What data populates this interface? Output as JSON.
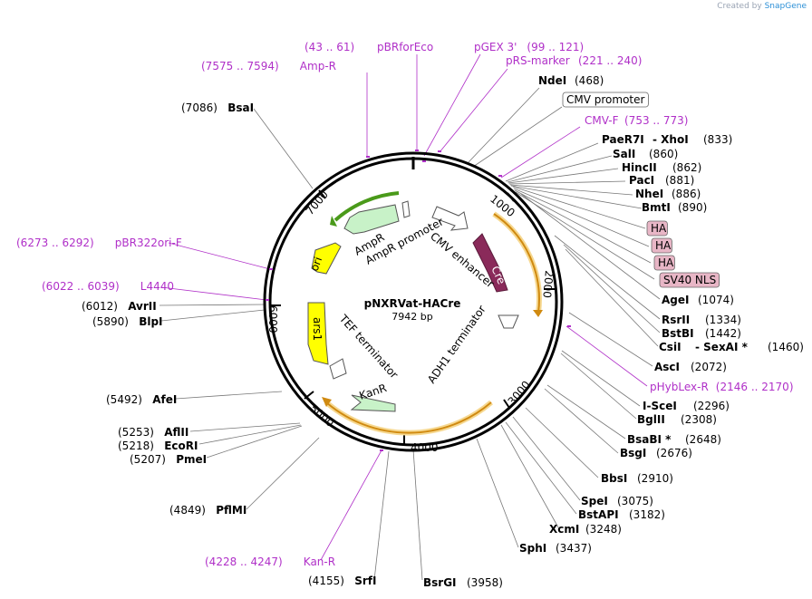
{
  "credit": {
    "prefix": "Created by",
    "brand": "SnapGene"
  },
  "plasmid": {
    "name": "pNXRVat-HACre",
    "size": "7942 bp"
  },
  "colors": {
    "primer": "#b030c8",
    "enzyme": "#000000",
    "backbone": "#000000",
    "amp": "#c8f2c8",
    "ori": "#ffff00",
    "cre": "#8a2a5a",
    "tag": "#e8b6c6",
    "orf_arrow": "#e0a030",
    "amp_arrow": "#4a9a1a"
  },
  "tick_labels": [
    "1000",
    "2000",
    "3000",
    "4000",
    "5000",
    "6000",
    "7000"
  ],
  "features": [
    {
      "name": "CMV enhancer",
      "color": "#ffffff"
    },
    {
      "name": "Cre",
      "color": "#8a2a5a"
    },
    {
      "name": "ADH1 terminator",
      "color": "#ffffff"
    },
    {
      "name": "KanR",
      "color": "#c8f2c8"
    },
    {
      "name": "TEF terminator",
      "color": "#ffffff"
    },
    {
      "name": "ars1",
      "color": "#ffff00"
    },
    {
      "name": "ori",
      "color": "#ffff00"
    },
    {
      "name": "AmpR",
      "color": "#c8f2c8"
    },
    {
      "name": "AmpR promoter",
      "color": "#ffffff"
    }
  ],
  "labels": [
    {
      "type": "primer",
      "pos": "(43 .. 61)",
      "name": "pBRforEco"
    },
    {
      "type": "primer",
      "pos": "(7575 .. 7594)",
      "name": "Amp-R"
    },
    {
      "type": "primer",
      "name": "pGEX 3'",
      "pos": "(99 .. 121)"
    },
    {
      "type": "primer",
      "name": "pRS-marker",
      "pos": "(221 .. 240)"
    },
    {
      "type": "enzyme",
      "name": "NdeI",
      "pos": "(468)"
    },
    {
      "type": "feature",
      "name": "CMV promoter"
    },
    {
      "type": "primer",
      "name": "CMV-F",
      "pos": "(753 .. 773)"
    },
    {
      "type": "enzyme",
      "name": "PaeR7I",
      "name2": "XhoI",
      "pos": "(833)"
    },
    {
      "type": "enzyme",
      "name": "SalI",
      "pos": "(860)"
    },
    {
      "type": "enzyme",
      "name": "HincII",
      "pos": "(862)"
    },
    {
      "type": "enzyme",
      "name": "PacI",
      "pos": "(881)"
    },
    {
      "type": "enzyme",
      "name": "NheI",
      "pos": "(886)"
    },
    {
      "type": "enzyme",
      "name": "BmtI",
      "pos": "(890)"
    },
    {
      "type": "tag",
      "name": "HA"
    },
    {
      "type": "tag",
      "name": "HA"
    },
    {
      "type": "tag",
      "name": "HA"
    },
    {
      "type": "tag",
      "name": "SV40 NLS"
    },
    {
      "type": "enzyme",
      "name": "AgeI",
      "pos": "(1074)"
    },
    {
      "type": "enzyme",
      "name": "RsrII",
      "pos": "(1334)"
    },
    {
      "type": "enzyme",
      "name": "BstBI",
      "pos": "(1442)"
    },
    {
      "type": "enzyme",
      "name": "CsiI",
      "name2": "SexAI *",
      "pos": "(1460)"
    },
    {
      "type": "enzyme",
      "name": "AscI",
      "pos": "(2072)"
    },
    {
      "type": "primer",
      "name": "pHybLex-R",
      "pos": "(2146 .. 2170)"
    },
    {
      "type": "enzyme",
      "name": "I-SceI",
      "pos": "(2296)"
    },
    {
      "type": "enzyme",
      "name": "BglII",
      "pos": "(2308)"
    },
    {
      "type": "enzyme",
      "name": "BsaBI *",
      "pos": "(2648)"
    },
    {
      "type": "enzyme",
      "name": "BsgI",
      "pos": "(2676)"
    },
    {
      "type": "enzyme",
      "name": "BbsI",
      "pos": "(2910)"
    },
    {
      "type": "enzyme",
      "name": "SpeI",
      "pos": "(3075)"
    },
    {
      "type": "enzyme",
      "name": "BstAPI",
      "pos": "(3182)"
    },
    {
      "type": "enzyme",
      "name": "XcmI",
      "pos": "(3248)"
    },
    {
      "type": "enzyme",
      "name": "SphI",
      "pos": "(3437)"
    },
    {
      "type": "enzyme",
      "name": "BsrGI",
      "pos": "(3958)"
    },
    {
      "type": "enzyme",
      "pos": "(4155)",
      "name": "SrfI"
    },
    {
      "type": "primer",
      "pos": "(4228 .. 4247)",
      "name": "Kan-R"
    },
    {
      "type": "enzyme",
      "pos": "(4849)",
      "name": "PflMI"
    },
    {
      "type": "enzyme",
      "pos": "(5207)",
      "name": "PmeI"
    },
    {
      "type": "enzyme",
      "pos": "(5218)",
      "name": "EcoRI"
    },
    {
      "type": "enzyme",
      "pos": "(5253)",
      "name": "AflII"
    },
    {
      "type": "enzyme",
      "pos": "(5492)",
      "name": "AfeI"
    },
    {
      "type": "enzyme",
      "pos": "(5890)",
      "name": "BlpI"
    },
    {
      "type": "enzyme",
      "pos": "(6012)",
      "name": "AvrII"
    },
    {
      "type": "primer",
      "pos": "(6022 .. 6039)",
      "name": "L4440"
    },
    {
      "type": "primer",
      "pos": "(6273 .. 6292)",
      "name": "pBR322ori-F"
    },
    {
      "type": "enzyme",
      "pos": "(7086)",
      "name": "BsaI"
    }
  ]
}
